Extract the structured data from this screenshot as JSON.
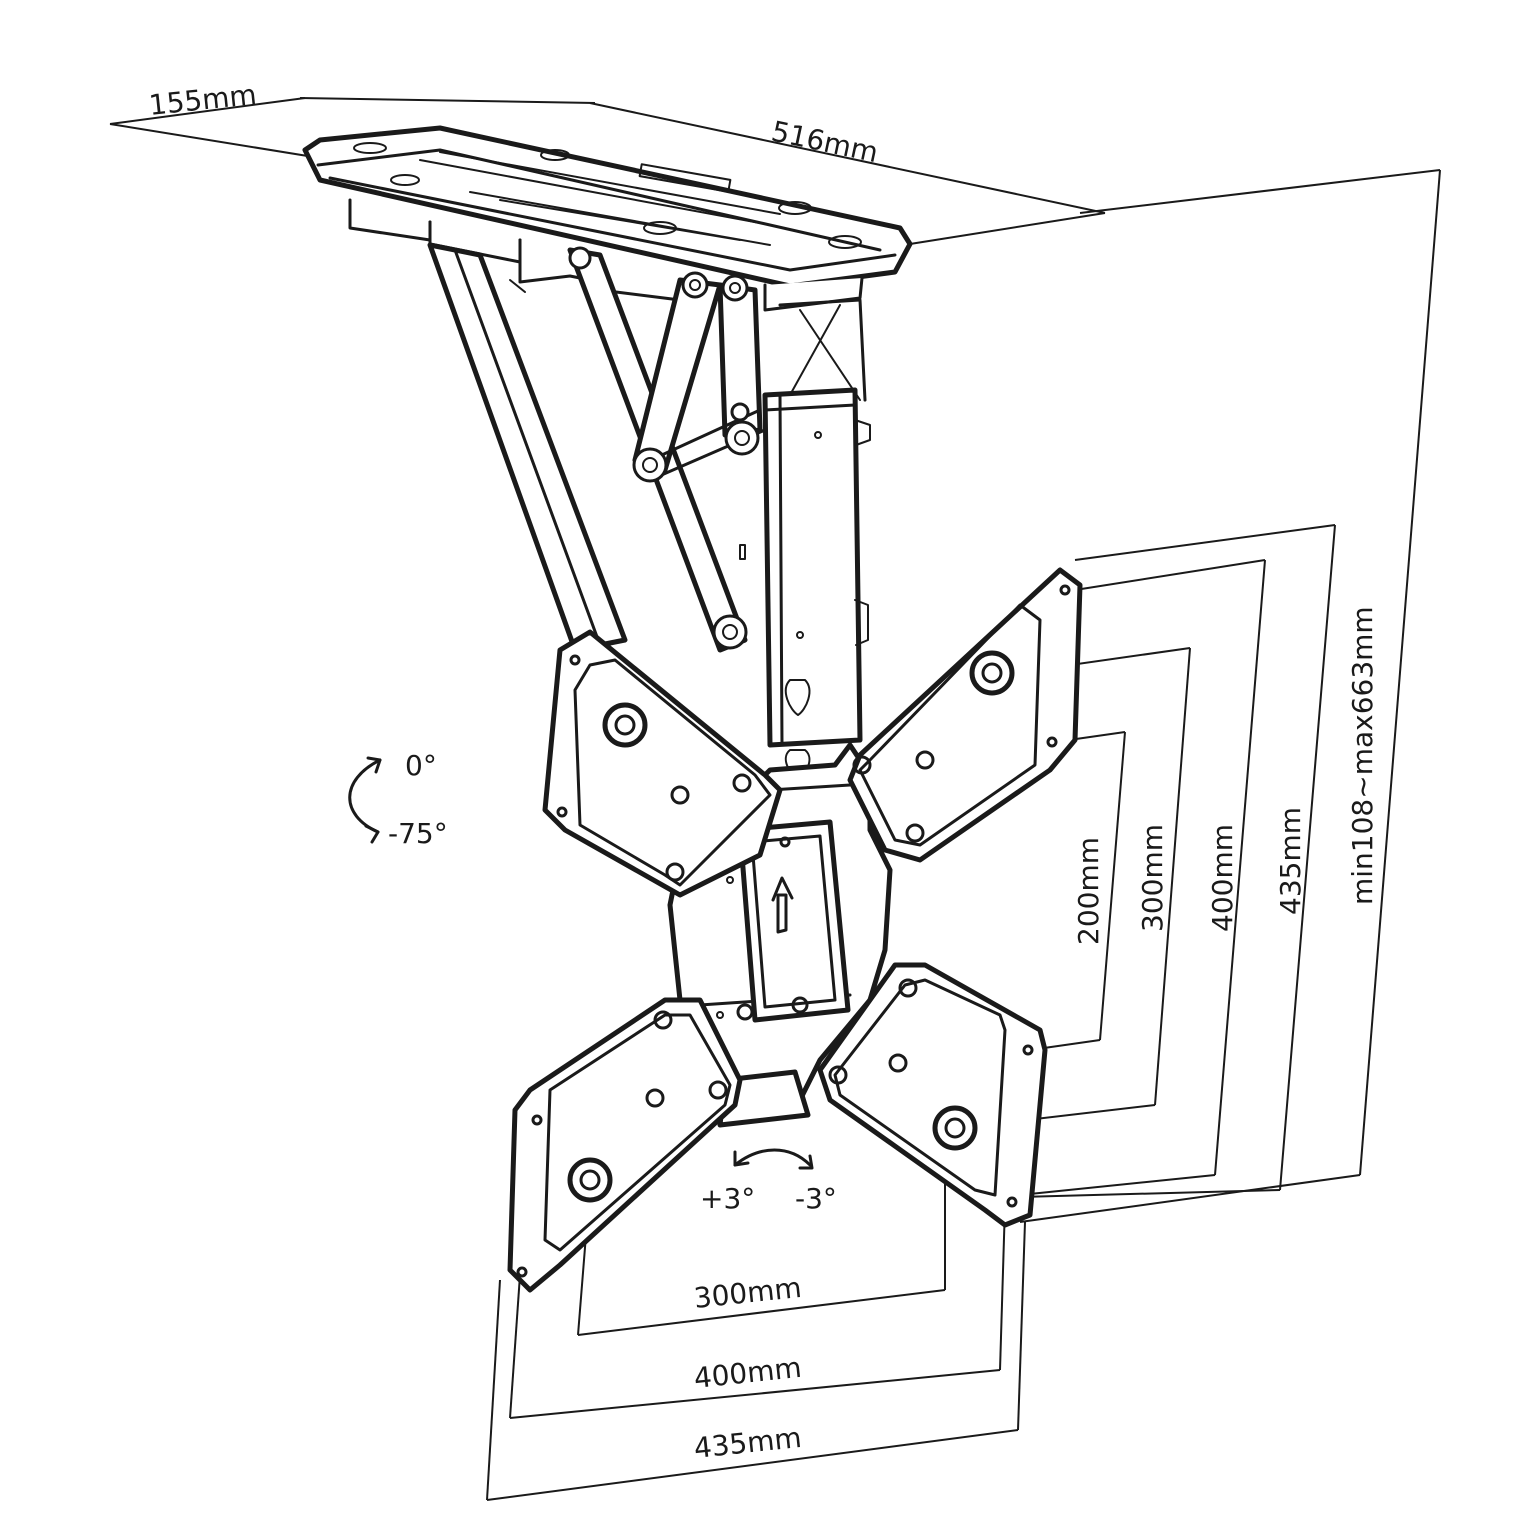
{
  "diagram": {
    "dimensions": {
      "depth": "155mm",
      "width": "516mm",
      "height_range": "min108~max663mm",
      "vertical_435": "435mm",
      "vertical_400": "400mm",
      "vertical_300": "300mm",
      "vertical_200": "200mm",
      "horizontal_300": "300mm",
      "horizontal_400": "400mm",
      "horizontal_435": "435mm"
    },
    "tilt": {
      "top": "0°",
      "bottom": "-75°"
    },
    "swivel": {
      "left": "+3°",
      "right": "-3°"
    }
  }
}
